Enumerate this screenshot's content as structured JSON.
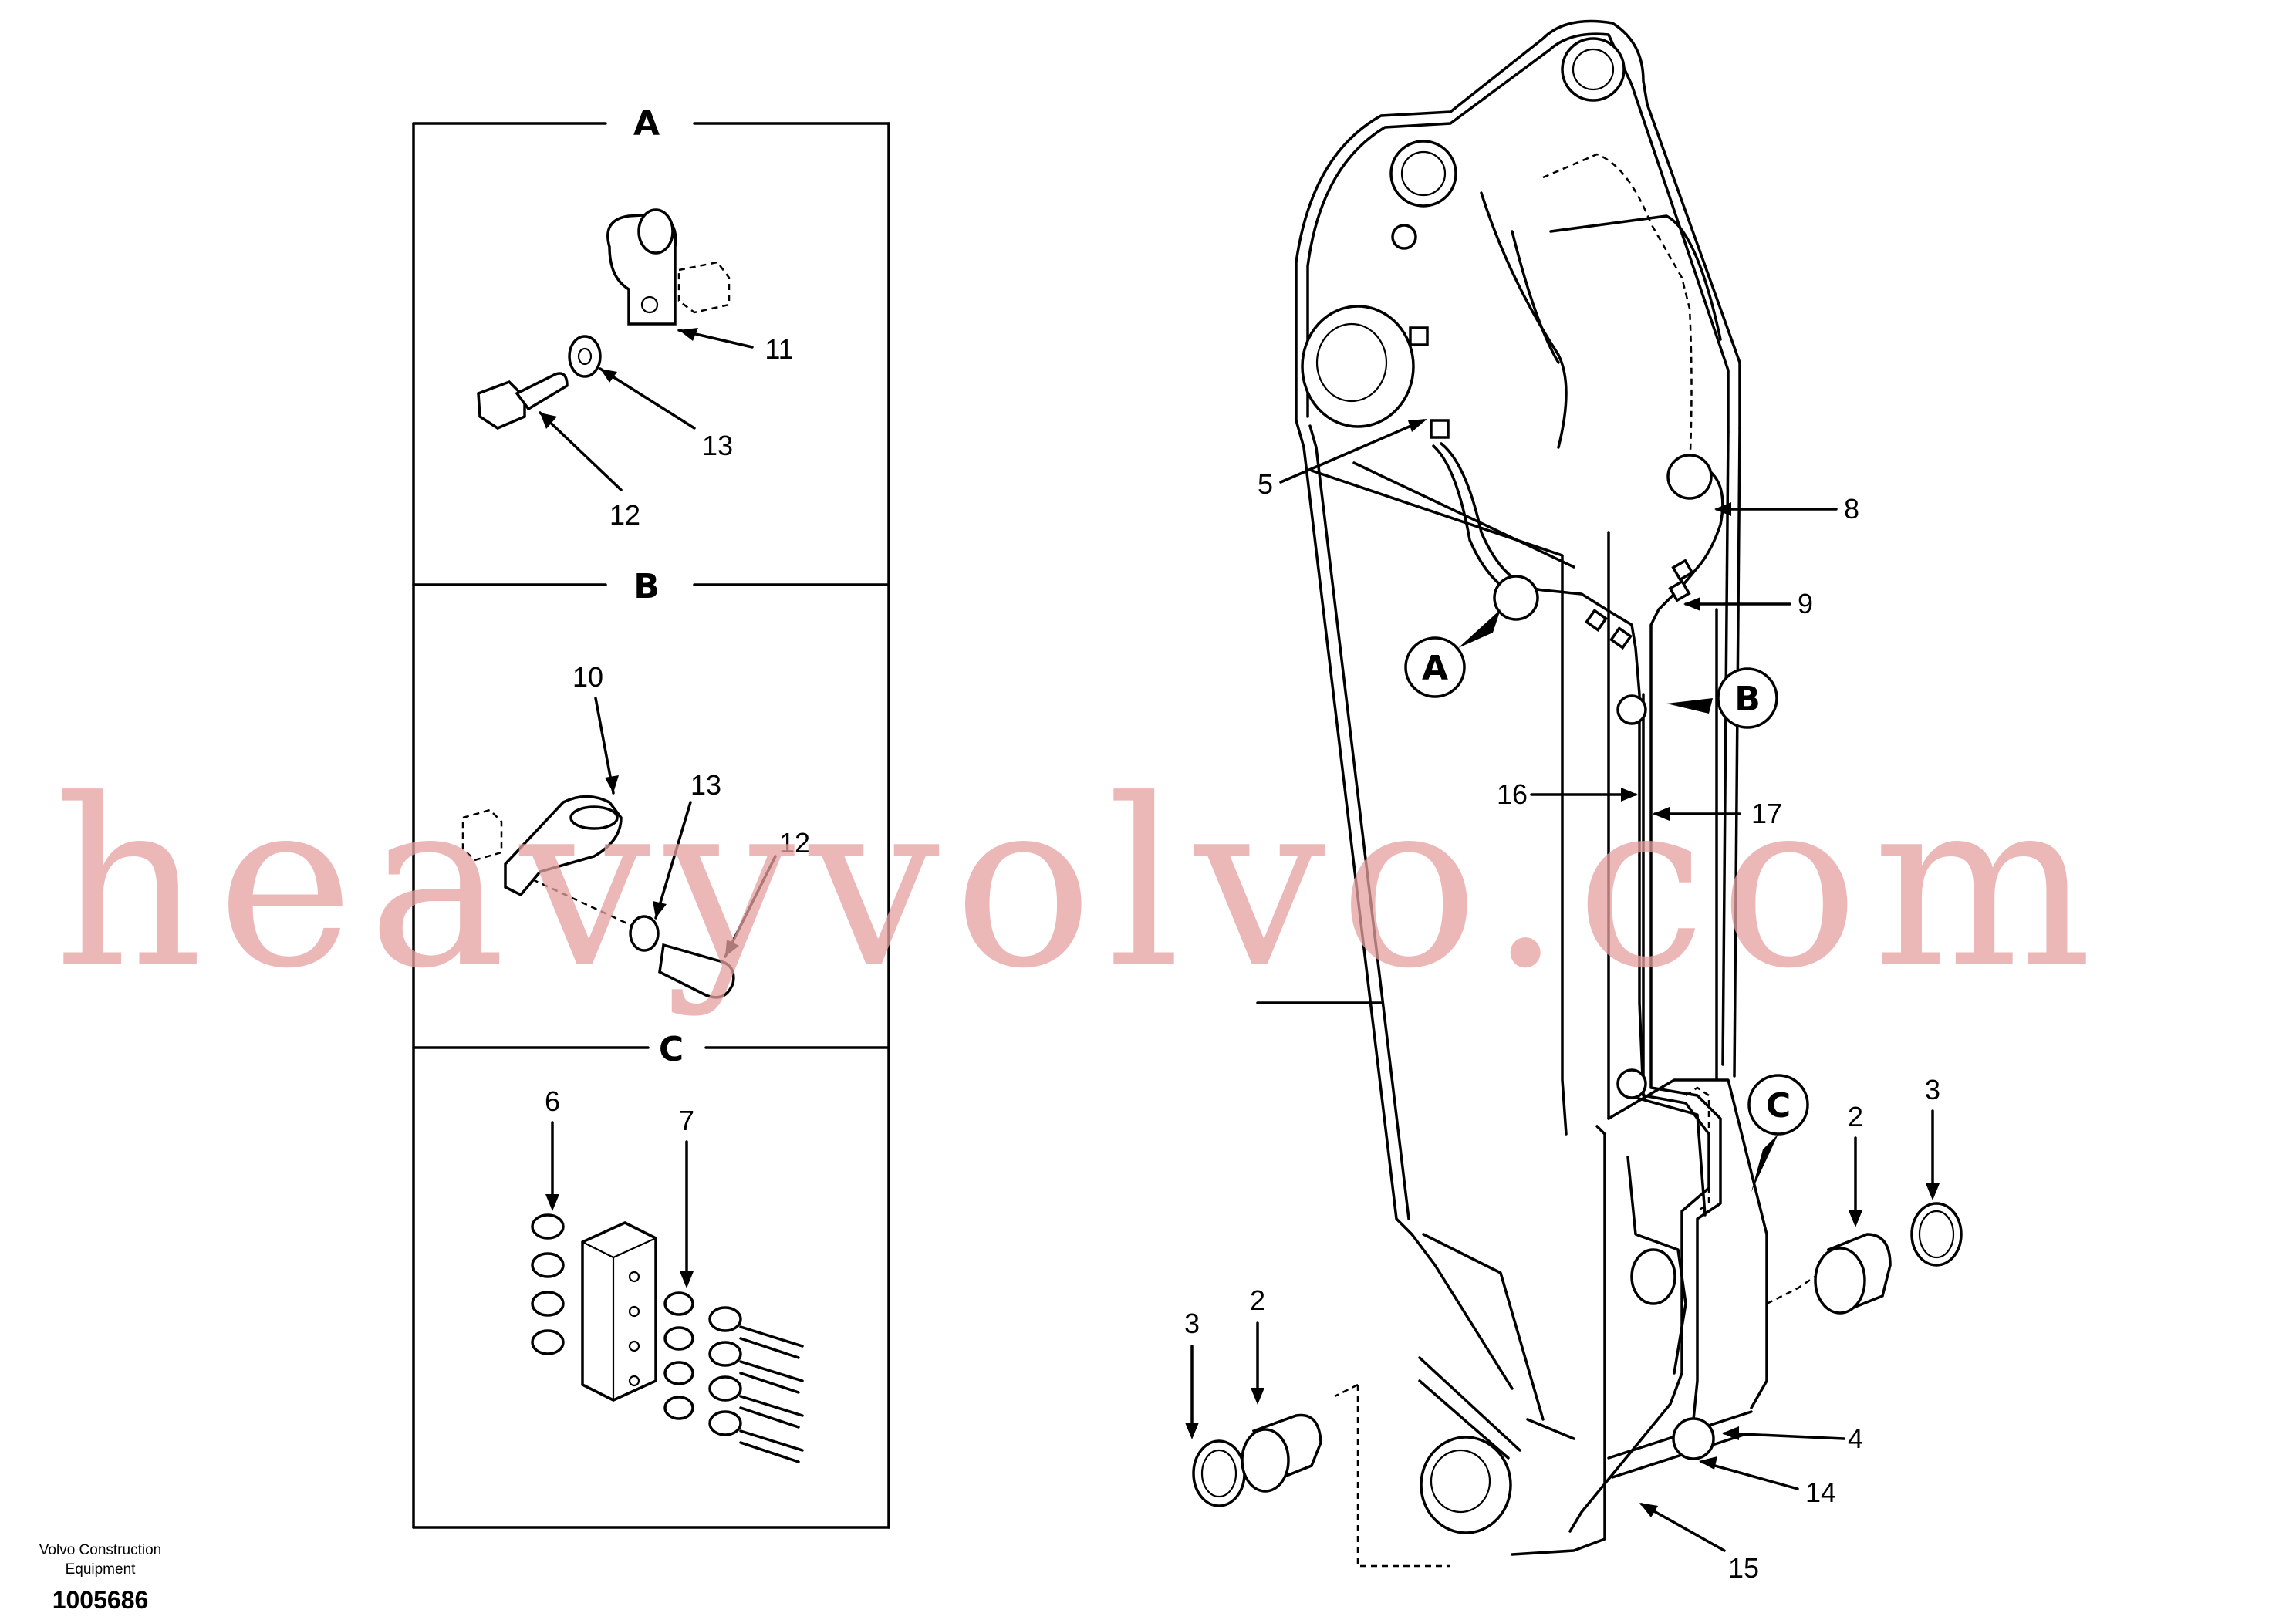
{
  "sections": [
    "A",
    "B",
    "C"
  ],
  "callouts": {
    "A": "A",
    "B": "B",
    "C": "C"
  },
  "part_numbers": {
    "p2a": "2",
    "p2b": "2",
    "p3a": "3",
    "p3b": "3",
    "p4": "4",
    "p5": "5",
    "p6": "6",
    "p7": "7",
    "p8": "8",
    "p9": "9",
    "p10": "10",
    "p11": "11",
    "p12a": "12",
    "p12b": "12",
    "p13a": "13",
    "p13b": "13",
    "p14": "14",
    "p15": "15",
    "p16": "16",
    "p17": "17"
  },
  "caption": {
    "line1": "Volvo Construction",
    "line2": "Equipment",
    "doc_number": "1005686"
  },
  "watermark": "heavyvolvo.com"
}
